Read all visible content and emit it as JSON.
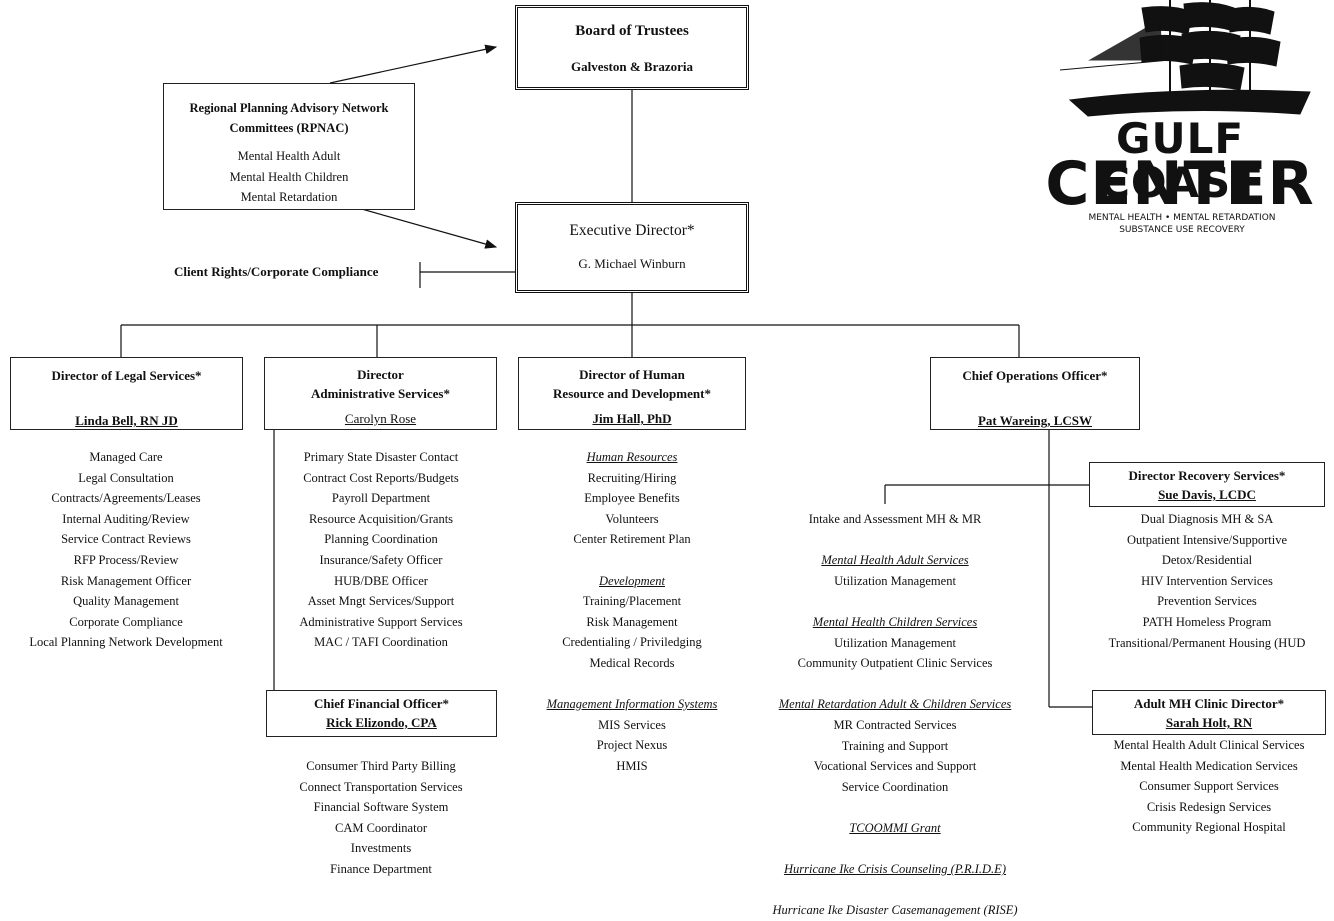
{
  "board": {
    "title": "Board of Trustees",
    "subtitle": "Galveston & Brazoria"
  },
  "rpnac": {
    "title": "Regional Planning Advisory Network Committees (RPNAC)",
    "items": [
      "Mental Health Adult",
      "Mental Health Children",
      "Mental Retardation"
    ]
  },
  "executive": {
    "title": "Executive Director*",
    "name": "G. Michael Winburn"
  },
  "client_rights": "Client Rights/Corporate Compliance",
  "logo": {
    "line1": "GULF COAST",
    "line2": "CENTER",
    "tag1": "MENTAL HEALTH • MENTAL RETARDATION",
    "tag2": "SUBSTANCE USE RECOVERY",
    "icon": "sailing-ship-icon"
  },
  "legal": {
    "title": "Director of Legal Services*",
    "name": "Linda Bell, RN JD",
    "items": [
      "Managed Care",
      "Legal Consultation",
      "Contracts/Agreements/Leases",
      "Internal Auditing/Review",
      "Service Contract Reviews",
      "RFP Process/Review",
      "Risk Management Officer",
      "Quality Management",
      "Corporate Compliance",
      "Local Planning Network Development"
    ]
  },
  "admin": {
    "title1": "Director",
    "title2": "Administrative Services*",
    "name": "Carolyn Rose",
    "items": [
      "Primary State Disaster Contact",
      "Contract Cost Reports/Budgets",
      "Payroll Department",
      "Resource Acquisition/Grants",
      "Planning Coordination",
      "Insurance/Safety Officer",
      "HUB/DBE Officer",
      "Asset Mngt Services/Support",
      "Administrative Support Services",
      "MAC / TAFI Coordination"
    ]
  },
  "cfo": {
    "title": "Chief Financial Officer*",
    "name": "Rick Elizondo, CPA",
    "items": [
      "Consumer Third Party Billing",
      "Connect Transportation Services",
      "Financial Software System",
      "CAM Coordinator",
      "Investments",
      "Finance Department"
    ]
  },
  "hr": {
    "title1": "Director of Human",
    "title2": "Resource and Development*",
    "name": "Jim Hall, PhD",
    "sect1": "Human Resources",
    "items1": [
      "Recruiting/Hiring",
      "Employee Benefits",
      "Volunteers",
      "Center Retirement Plan"
    ],
    "sect2": "Development",
    "items2": [
      "Training/Placement",
      "Risk Management",
      "Credentialing / Priviledging",
      "Medical Records"
    ],
    "sect3": "Management Information Systems",
    "items3": [
      "MIS Services",
      "Project Nexus",
      "HMIS"
    ]
  },
  "coo": {
    "title": "Chief Operations Officer*",
    "name": "Pat Wareing, LCSW",
    "intake": "Intake and Assessment MH & MR",
    "sect_mha": "Mental Health Adult Services",
    "items_mha": [
      "Utilization Management"
    ],
    "sect_mhc": "Mental Health Children Services",
    "items_mhc": [
      "Utilization Management",
      "Community Outpatient Clinic Services"
    ],
    "sect_mr": "Mental Retardation Adult & Children Services",
    "items_mr": [
      "MR Contracted Services",
      "Training and Support",
      "Vocational Services and Support",
      "Service Coordination"
    ],
    "tcoommi": "TCOOMMI Grant",
    "pride": "Hurricane Ike Crisis Counseling (P.R.I.D.E)",
    "rise": "Hurricane Ike Disaster Casemanagement (RISE)"
  },
  "recovery": {
    "title": "Director Recovery Services*",
    "name": "Sue Davis, LCDC",
    "items": [
      "Dual Diagnosis MH & SA",
      "Outpatient Intensive/Supportive",
      "Detox/Residential",
      "HIV Intervention Services",
      "Prevention Services",
      "PATH Homeless Program",
      "Transitional/Permanent Housing (HUD"
    ]
  },
  "clinic": {
    "title": "Adult MH Clinic Director*",
    "name": "Sarah Holt, RN",
    "items": [
      "Mental Health Adult Clinical Services",
      "Mental Health Medication Services",
      "Consumer Support Services",
      "Crisis Redesign Services",
      "Community Regional Hospital"
    ]
  }
}
